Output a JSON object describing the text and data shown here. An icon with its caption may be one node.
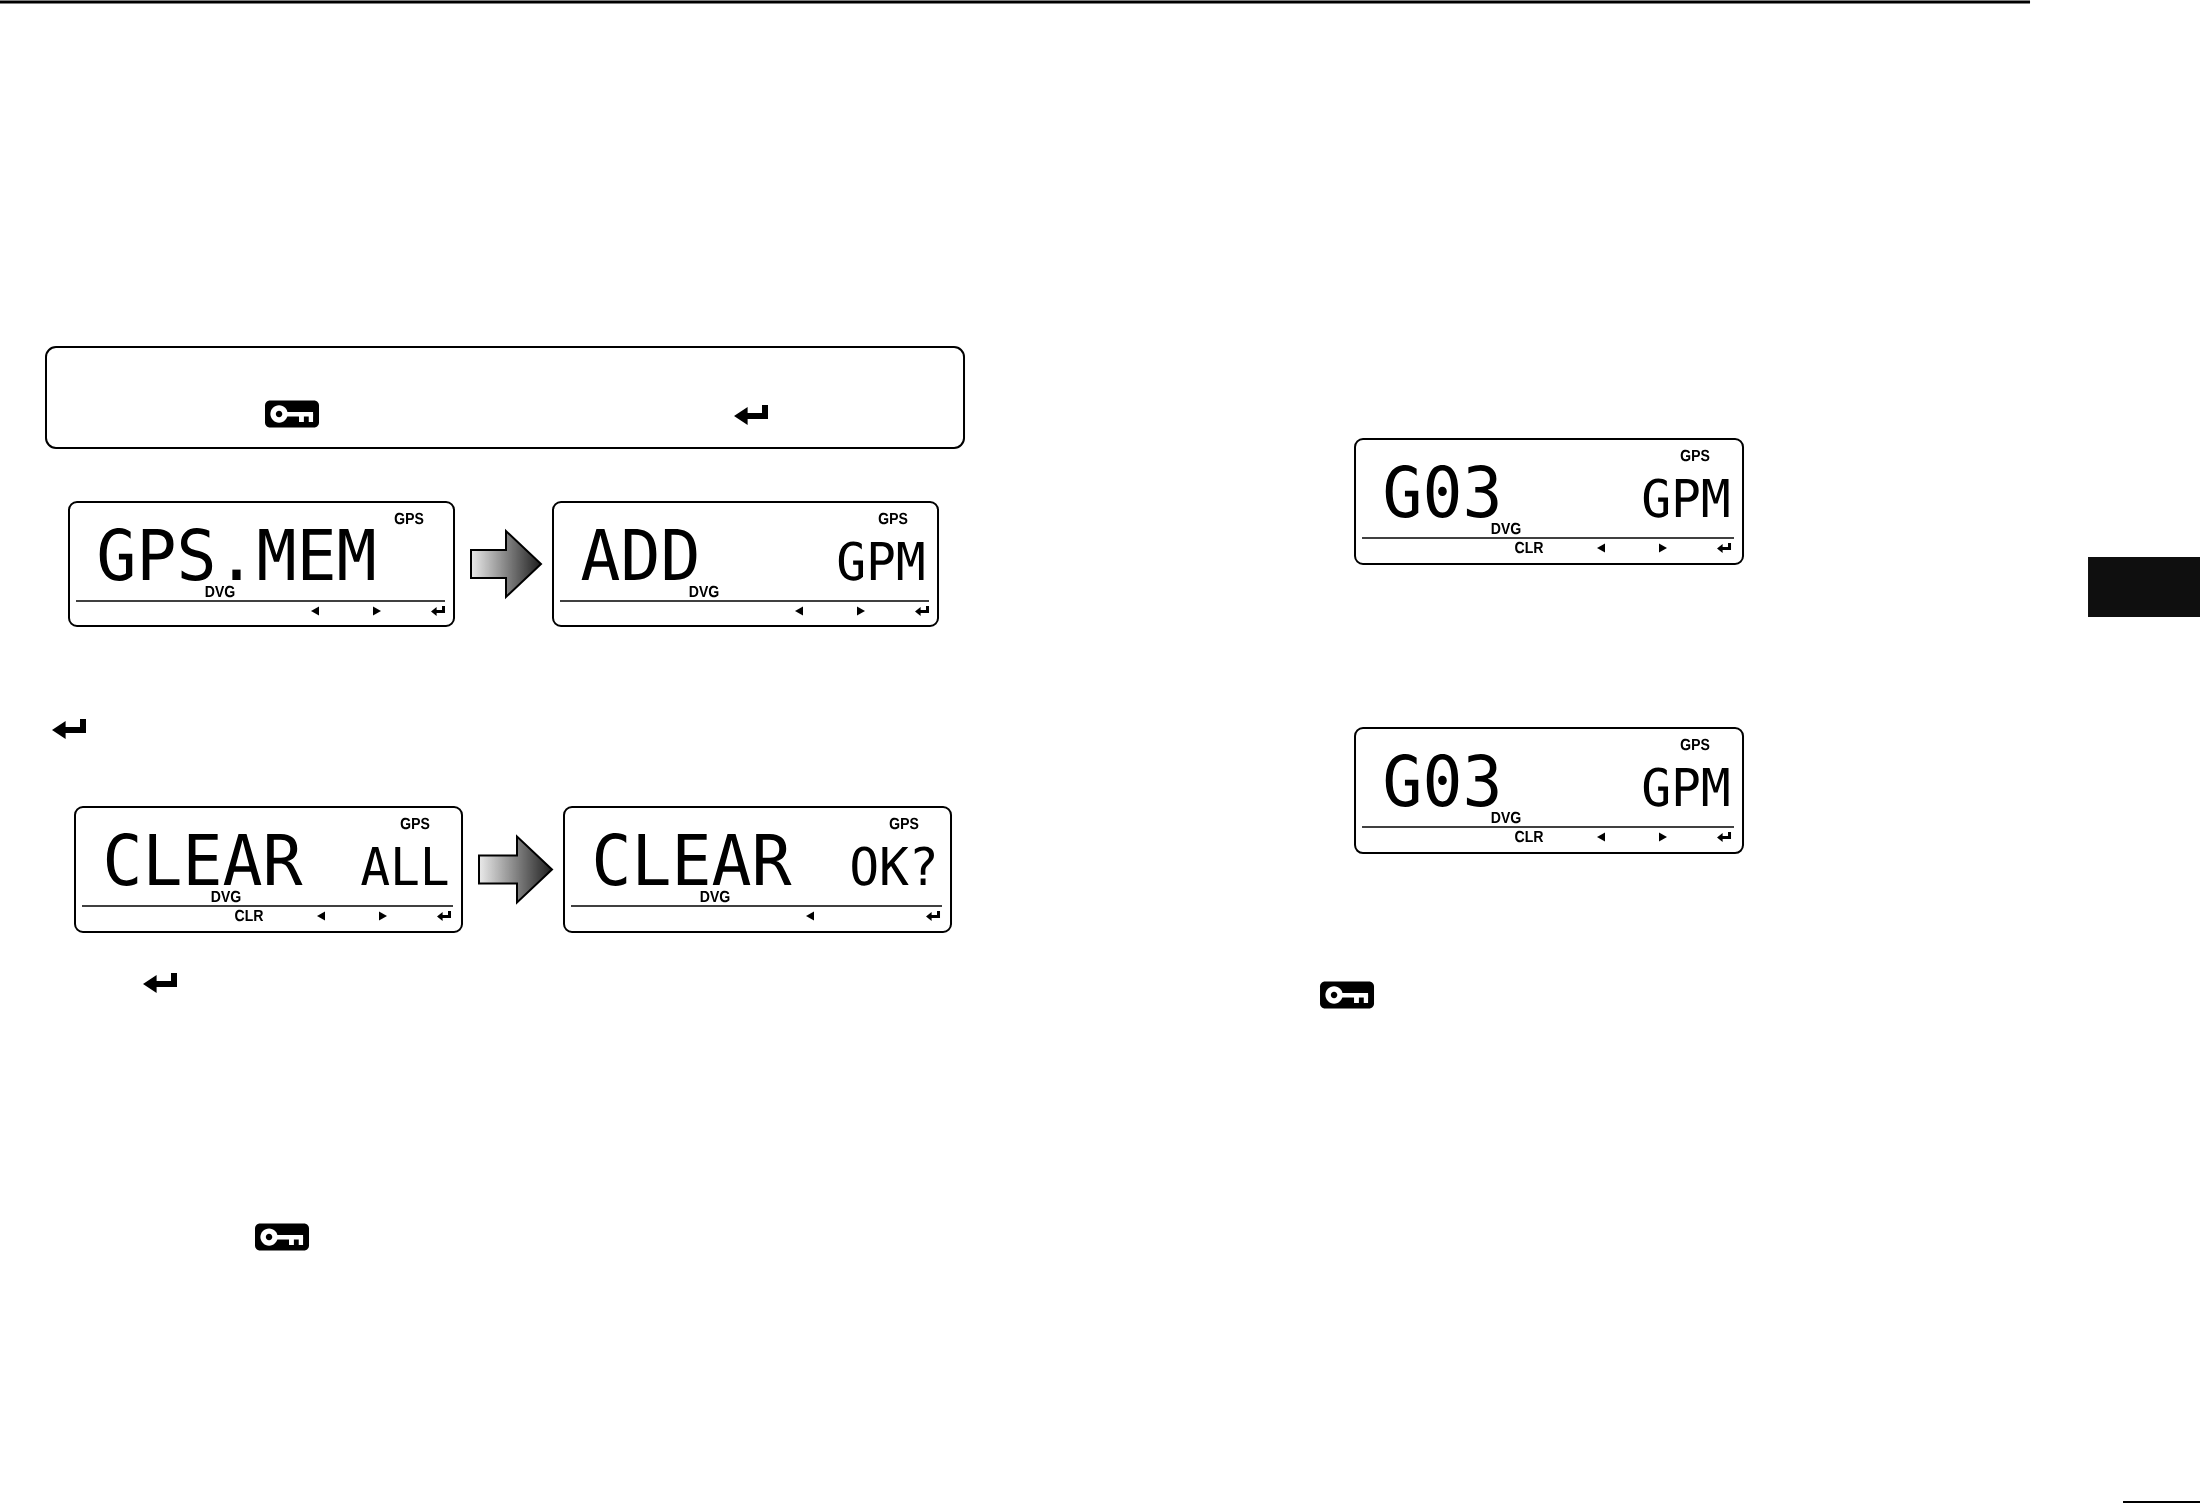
{
  "diagram": {
    "nodes": [
      {
        "text": [],
        "shape": "box"
      },
      {
        "text": [
          "GPS",
          "GPS.MEM",
          "DVG"
        ]
      },
      {
        "text": [
          "GPS",
          "ADD",
          "GPM",
          "DVG"
        ]
      },
      {
        "text": [
          "GPS",
          "CLEAR",
          "ALL",
          "DVG",
          "CLR"
        ]
      },
      {
        "text": [
          "GPS",
          "CLEAR",
          "OK?",
          "DVG"
        ]
      },
      {
        "text": [
          "GPS",
          "G03",
          "GPM",
          "DVG",
          "CLR"
        ]
      },
      {
        "text": [
          "GPS",
          "G03",
          "GPM",
          "DVG",
          "CLR"
        ]
      },
      {
        "text": [],
        "shape": "box"
      }
    ],
    "edges": [
      {
        "from": 1,
        "to": 2,
        "arrow": "to"
      },
      {
        "from": 3,
        "to": 4,
        "arrow": "to"
      }
    ]
  }
}
